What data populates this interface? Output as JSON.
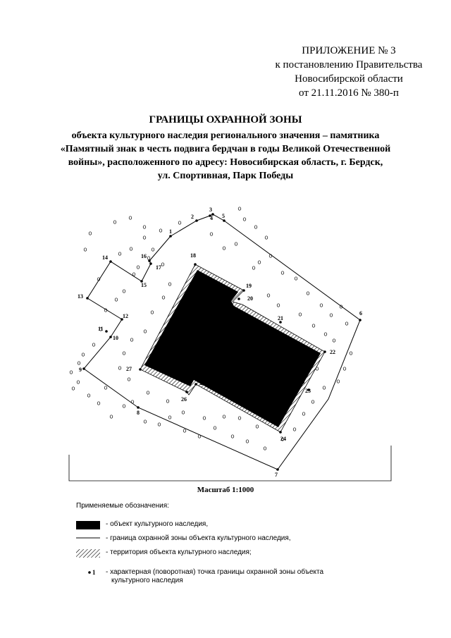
{
  "appendix": {
    "line1": "ПРИЛОЖЕНИЕ № 3",
    "line2": "к постановлению Правительства",
    "line3": "Новосибирской области",
    "line4": "от 21.11.2016  № 380-п"
  },
  "title": {
    "main": "ГРАНИЦЫ ОХРАННОЙ ЗОНЫ",
    "sub": [
      "объекта культурного наследия регионального значения – памятника",
      "«Памятный знак в честь подвига бердчан в годы Великой Отечественной",
      "войны», расположенного по адресу: Новосибирская область, г. Бердск,",
      "ул. Спортивная, Парк Победы"
    ]
  },
  "map": {
    "boundary_point_labels": [
      "1",
      "2",
      "3",
      "4",
      "5",
      "6",
      "7",
      "8",
      "9",
      "10",
      "11",
      "12",
      "13",
      "14",
      "15",
      "16",
      "17"
    ],
    "object_point_labels": [
      "18",
      "19",
      "20",
      "21",
      "22",
      "23",
      "24",
      "25",
      "26",
      "27"
    ]
  },
  "scale": "Масштаб 1:1000",
  "legend": {
    "title": "Применяемые обозначения:",
    "items": [
      {
        "text": "- объект культурного наследия,",
        "text2": ""
      },
      {
        "text": "- граница охранной зоны объекта культурного наследия,",
        "text2": ""
      },
      {
        "text": "- территория объекта культурного наследия;",
        "text2": ""
      },
      {
        "marker": "1",
        "text": "- характерная (поворотная) точка границы охранной зоны объекта",
        "text2": "культурного наследия"
      }
    ]
  }
}
